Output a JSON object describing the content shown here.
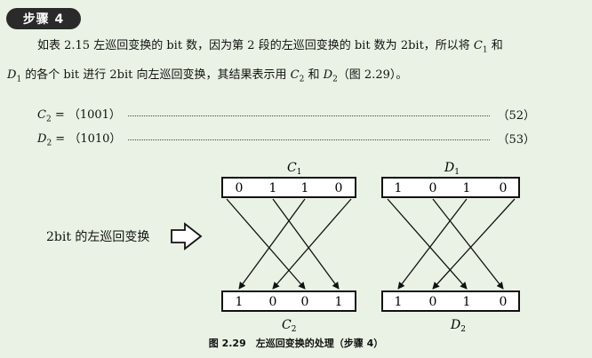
{
  "step_label": "步骤 4",
  "paragraph": {
    "line1_a": "如表 2.15 左巡回变换的 bit 数，因为第 2 段的左巡回变换的 bit 数为 2bit，所以将 ",
    "var_c": "C",
    "sub_1": "1",
    "and": " 和",
    "var_d": "D",
    "line2_a": " 的各个 bit 进行 2bit 向左巡回变换，其结果表示用 ",
    "sub_2": "2",
    "line2_end": "（图 2.29）。"
  },
  "equations": [
    {
      "var": "C",
      "sub": "2",
      "rhs": " = （1001）",
      "num": "（52）"
    },
    {
      "var": "D",
      "sub": "2",
      "rhs": " = （1010）",
      "num": "（53）"
    }
  ],
  "figure": {
    "c1_label": "C",
    "c1_sub": "1",
    "d1_label": "D",
    "d1_sub": "1",
    "c2_label": "C",
    "c2_sub": "2",
    "d2_label": "D",
    "d2_sub": "2",
    "c1_bits": [
      "0",
      "1",
      "1",
      "0"
    ],
    "d1_bits": [
      "1",
      "0",
      "1",
      "0"
    ],
    "c2_bits": [
      "1",
      "0",
      "0",
      "1"
    ],
    "d2_bits": [
      "1",
      "0",
      "1",
      "0"
    ],
    "left_label": "2bit 的左巡回变换",
    "caption": "图 2.29　左巡回变换的处理（步骤 4）"
  },
  "colors": {
    "background": "#e9f2e4",
    "badge": "#2a2a2a"
  }
}
